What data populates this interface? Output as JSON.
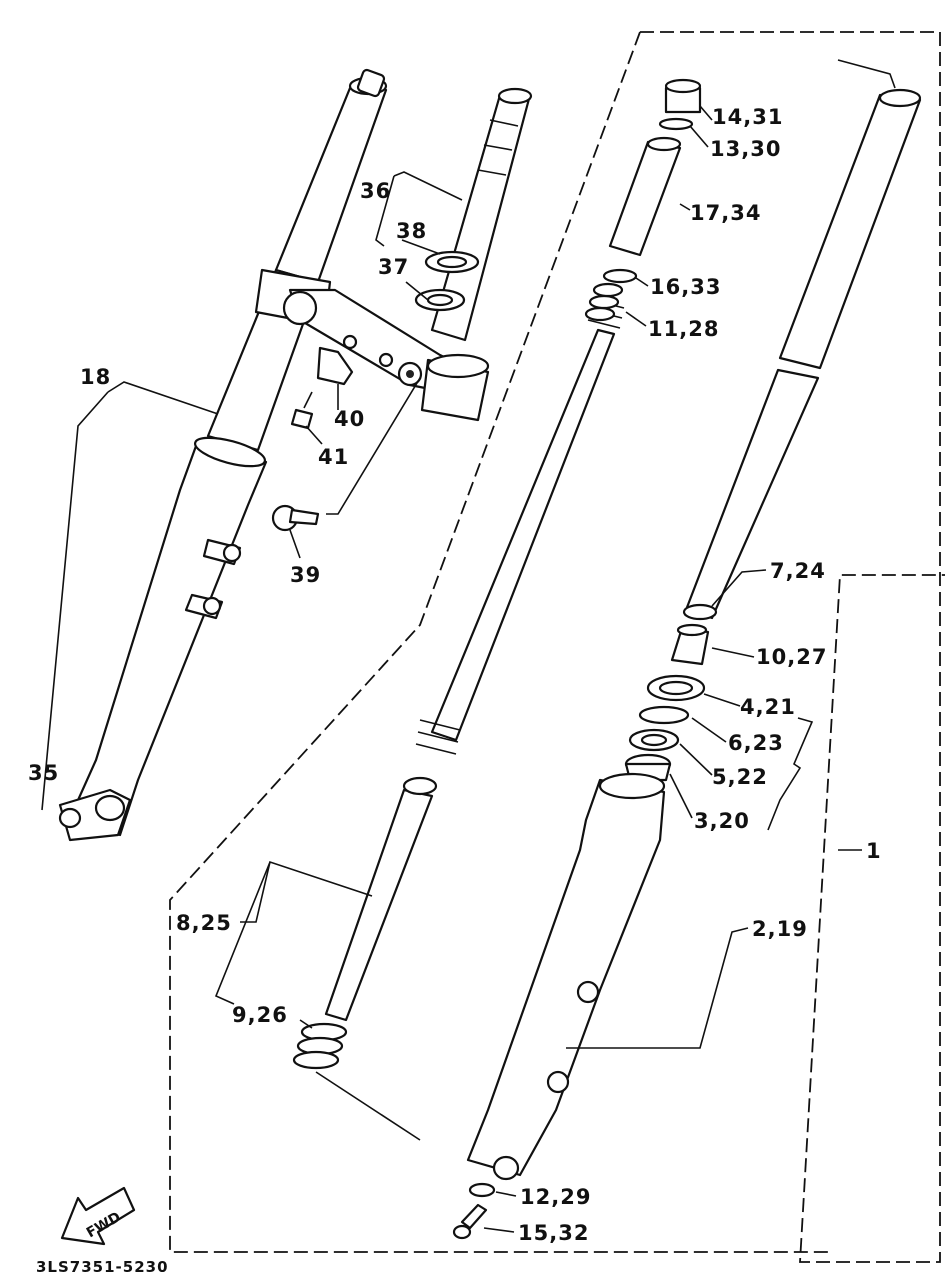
{
  "diagram_code": "3LS7351-5230",
  "fwd_label": "FWD",
  "callouts": {
    "c18": "18",
    "c35": "35",
    "c36": "36",
    "c37": "37",
    "c38": "38",
    "c39": "39",
    "c40": "40",
    "c41": "41",
    "c14": "14,31",
    "c13": "13,30",
    "c17": "17,34",
    "c16": "16,33",
    "c11": "11,28",
    "c7": "7,24",
    "c10": "10,27",
    "c4": "4,21",
    "c6": "6,23",
    "c5": "5,22",
    "c3": "3,20",
    "c1": "1",
    "c2": "2,19",
    "c8": "8,25",
    "c9": "9,26",
    "c12": "12,29",
    "c15": "15,32"
  }
}
